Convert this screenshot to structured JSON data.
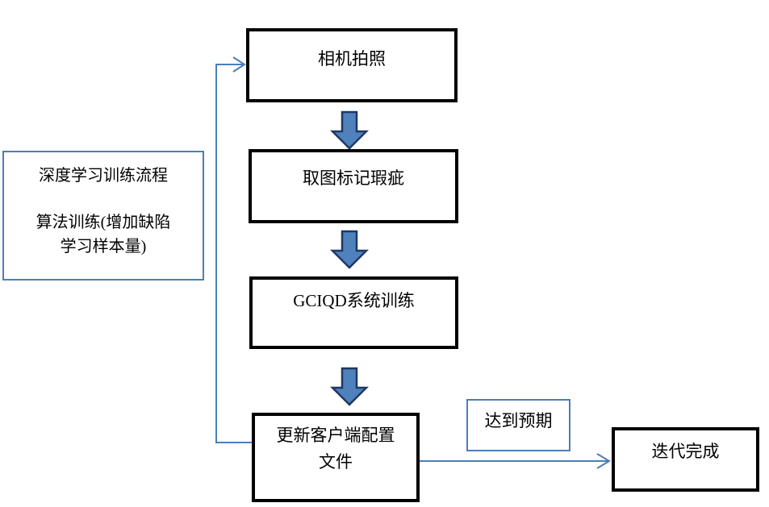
{
  "diagram": {
    "side_note": {
      "lines": [
        "深度学习训练流程",
        "算法训练(增加缺陷",
        "学习样本量)"
      ]
    },
    "steps": [
      {
        "label": "相机拍照"
      },
      {
        "label": "取图标记瑕疵"
      },
      {
        "label": "GCIQD系统训练"
      },
      {
        "label_line1": "更新客户端配置",
        "label_line2": "文件"
      }
    ],
    "condition_label": "达到预期",
    "end_label": "迭代完成"
  },
  "colors": {
    "connector_blue": "#4a7ebb",
    "block_arrow_fill": "#4f81bd",
    "block_arrow_outline": "#1f3864",
    "process_box_border": "#000000",
    "note_box_border": "#4a7ebb",
    "background": "#ffffff",
    "text": "#000000"
  }
}
